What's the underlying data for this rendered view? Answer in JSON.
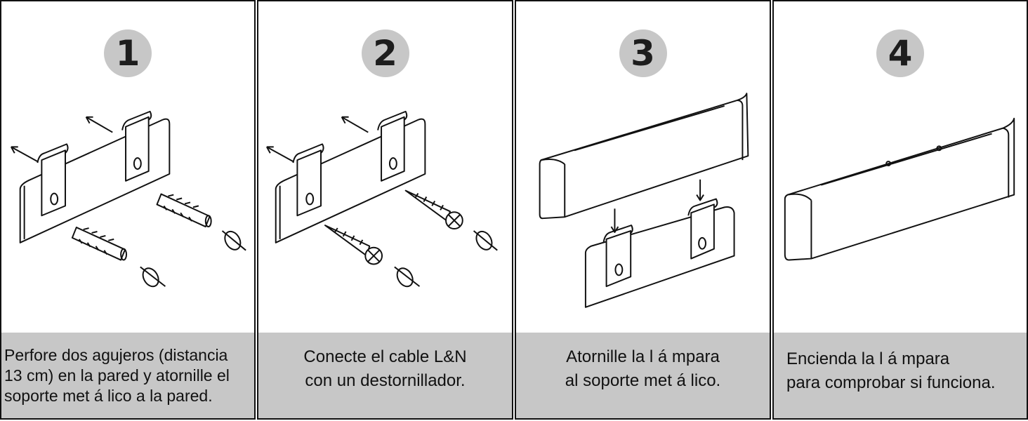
{
  "steps": [
    {
      "number": "1",
      "caption": [
        "Perfore dos agujeros (distancia",
        "13 cm) en la pared y atornille el",
        "soporte met á lico a la pared."
      ]
    },
    {
      "number": "2",
      "caption": [
        "Conecte el cable L&N",
        "con un destornillador."
      ]
    },
    {
      "number": "3",
      "caption": [
        "Atornille la l á mpara",
        "al soporte met á lico."
      ]
    },
    {
      "number": "4",
      "caption": [
        "Encienda la l á mpara",
        "para comprobar si funciona."
      ]
    }
  ],
  "colors": {
    "badge": "#c7c7c7",
    "caption_bg": "#c7c7c7",
    "stroke": "#111111"
  },
  "icons": [
    "bracket-icon",
    "wall-anchor-icon",
    "screw-icon",
    "rotate-arrow-icon",
    "lamp-icon"
  ]
}
